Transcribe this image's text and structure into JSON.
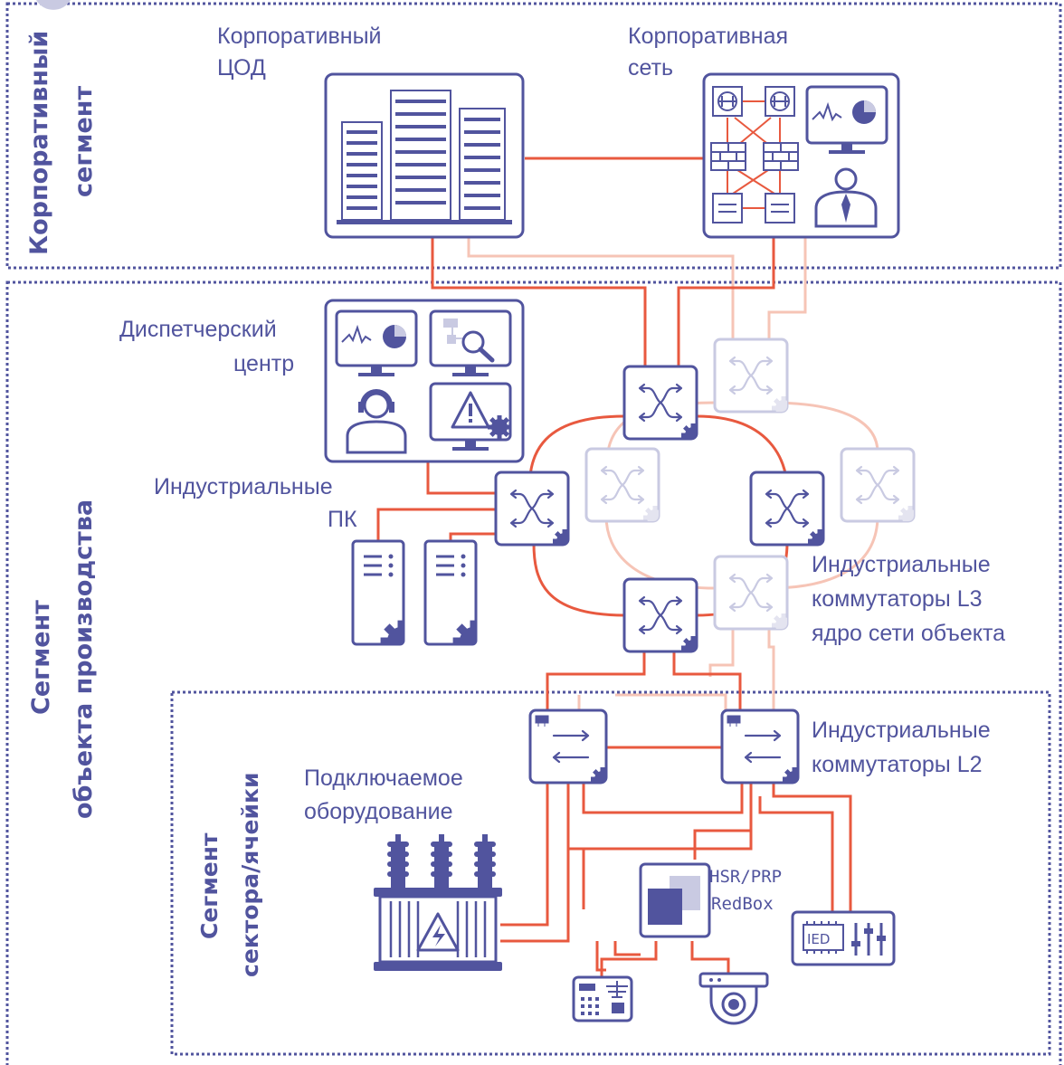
{
  "segments": {
    "corporate_line1": "Корпоративный",
    "corporate_line2": "сегмент",
    "production_line1": "Сегмент",
    "production_line2": "объекта производства",
    "cell_line1": "Сегмент",
    "cell_line2": "сектора/ячейки"
  },
  "labels": {
    "corp_dc_line1": "Корпоративный",
    "corp_dc_line2": "ЦОД",
    "corp_net_line1": "Корпоративная",
    "corp_net_line2": "сеть",
    "dispatch_line1": "Диспетчерский",
    "dispatch_line2": "центр",
    "ipc_line1": "Индустриальные",
    "ipc_line2": "ПК",
    "l3_line1": "Индустриальные",
    "l3_line2": "коммутаторы L3",
    "l3_line3": "ядро сети объекта",
    "l2_line1": "Индустриальные",
    "l2_line2": "коммутаторы L2",
    "equipment_line1": "Подключаемое",
    "equipment_line2": "оборудование",
    "redbox_line1": "HSR/PRP",
    "redbox_line2": "RedBox",
    "ied": "IED"
  },
  "colors": {
    "primary": "#51549e",
    "link": "#e8593f",
    "link_faded": "#f6c4b6",
    "ghost": "#c9cae2",
    "segment_border": "#51549e"
  }
}
